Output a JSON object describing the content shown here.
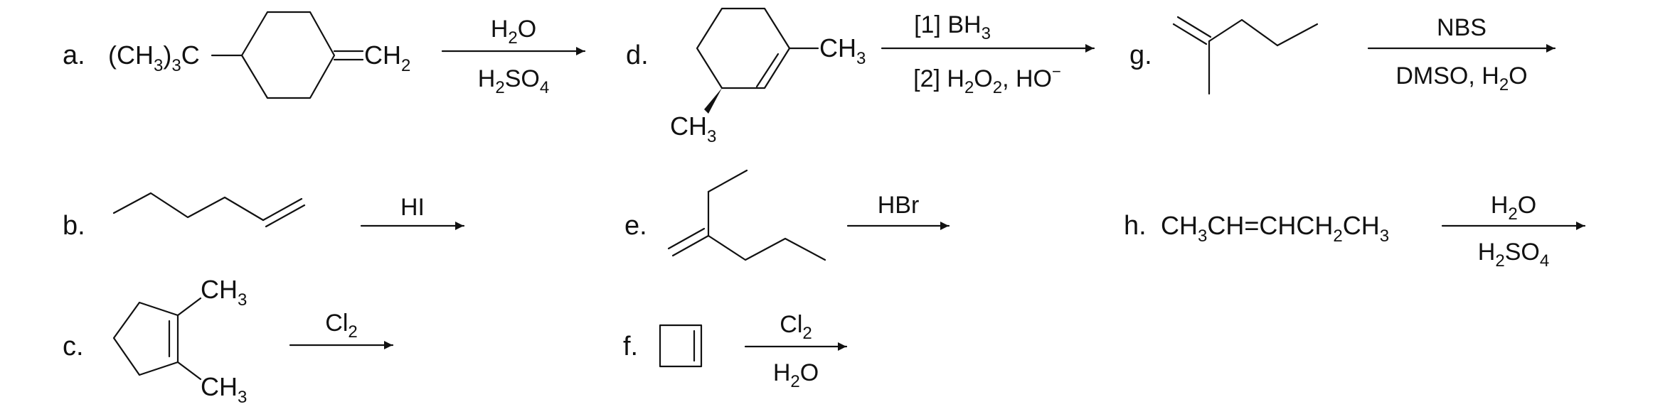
{
  "reactions": [
    {
      "label": "a.",
      "reactant_formula": [
        "(CH",
        "3",
        ")",
        "3",
        "C"
      ],
      "reactant_ring_substituent": [
        "CH",
        "2"
      ],
      "reagent_above": [
        "H",
        "2",
        "O"
      ],
      "reagent_below": [
        "H",
        "2",
        "SO",
        "4"
      ]
    },
    {
      "label": "b.",
      "reagent_above": "HI"
    },
    {
      "label": "c.",
      "substituent_top": [
        "CH",
        "3"
      ],
      "substituent_bottom": [
        "CH",
        "3"
      ],
      "reagent_above": [
        "Cl",
        "2"
      ]
    },
    {
      "label": "d.",
      "substituent_right": [
        "CH",
        "3"
      ],
      "substituent_bottom": [
        "CH",
        "3"
      ],
      "reagent_above": [
        "[1] BH",
        "3"
      ],
      "reagent_below": [
        "[2] H",
        "2",
        "O",
        "2",
        ", HO",
        "−"
      ]
    },
    {
      "label": "e.",
      "reagent_above": "HBr"
    },
    {
      "label": "f.",
      "reagent_above": [
        "Cl",
        "2"
      ],
      "reagent_below": [
        "H",
        "2",
        "O"
      ]
    },
    {
      "label": "g.",
      "reagent_above": "NBS",
      "reagent_below": [
        "DMSO, H",
        "2",
        "O"
      ]
    },
    {
      "label": "h.",
      "reactant_formula": [
        "CH",
        "3",
        "CH=CHCH",
        "2",
        "CH",
        "3"
      ],
      "reagent_above": [
        "H",
        "2",
        "O"
      ],
      "reagent_below": [
        "H",
        "2",
        "SO",
        "4"
      ]
    }
  ]
}
